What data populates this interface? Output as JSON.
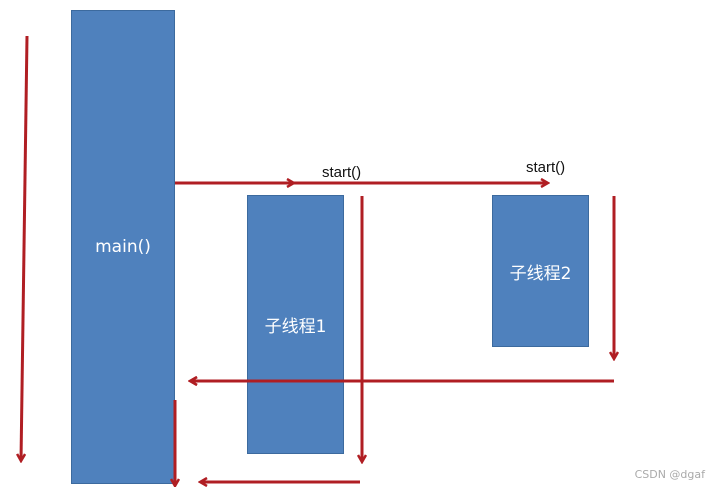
{
  "diagram": {
    "boxes": {
      "main": {
        "label": "main()"
      },
      "thread1": {
        "label": "子线程1"
      },
      "thread2": {
        "label": "子线程2"
      }
    },
    "labels": {
      "start1": "start()",
      "start2": "start()"
    },
    "colors": {
      "box_fill": "#4f81bd",
      "arrow": "#b01e23"
    }
  },
  "watermark": "CSDN @dgaf"
}
